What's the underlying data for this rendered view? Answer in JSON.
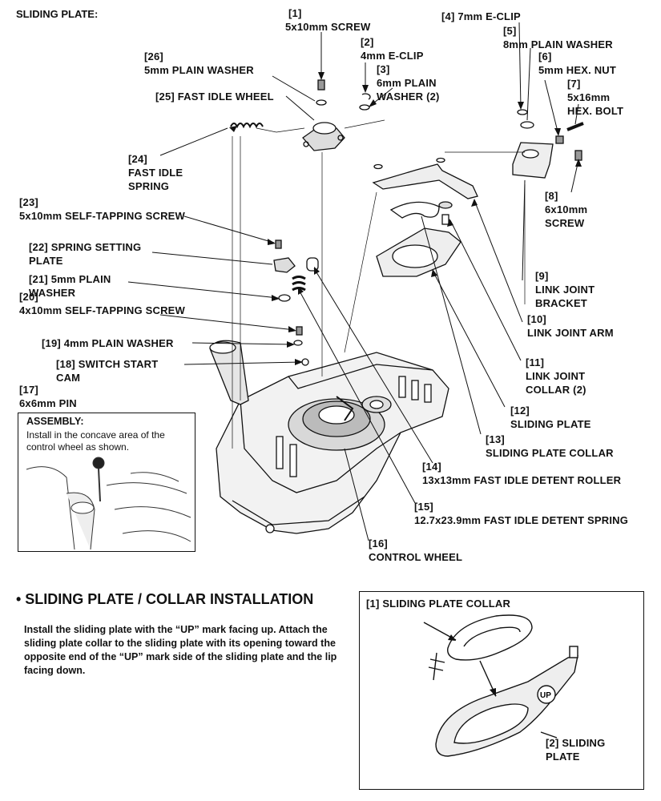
{
  "page_title": "SLIDING PLATE:",
  "parts": [
    {
      "num": "[1]",
      "name": "5x10mm SCREW"
    },
    {
      "num": "[2]",
      "name": "4mm E-CLIP"
    },
    {
      "num": "[3]",
      "name": "6mm PLAIN WASHER (2)"
    },
    {
      "num": "[4]",
      "name": "7mm E-CLIP"
    },
    {
      "num": "[5]",
      "name": "8mm PLAIN WASHER"
    },
    {
      "num": "[6]",
      "name": "5mm HEX. NUT"
    },
    {
      "num": "[7]",
      "name": "5x16mm HEX. BOLT"
    },
    {
      "num": "[8]",
      "name": "6x10mm SCREW"
    },
    {
      "num": "[9]",
      "name": "LINK JOINT BRACKET"
    },
    {
      "num": "[10]",
      "name": "LINK JOINT ARM"
    },
    {
      "num": "[11]",
      "name": "LINK JOINT COLLAR (2)"
    },
    {
      "num": "[12]",
      "name": "SLIDING PLATE"
    },
    {
      "num": "[13]",
      "name": "SLIDING PLATE COLLAR"
    },
    {
      "num": "[14]",
      "name": "13x13mm FAST IDLE DETENT ROLLER"
    },
    {
      "num": "[15]",
      "name": "12.7x23.9mm FAST IDLE DETENT SPRING"
    },
    {
      "num": "[16]",
      "name": "CONTROL WHEEL"
    },
    {
      "num": "[17]",
      "name": "6x6mm PIN"
    },
    {
      "num": "[18]",
      "name": "SWITCH START CAM"
    },
    {
      "num": "[19]",
      "name": "4mm PLAIN WASHER"
    },
    {
      "num": "[20]",
      "name": "4x10mm SELF-TAPPING SCREW"
    },
    {
      "num": "[21]",
      "name": "5mm PLAIN WASHER"
    },
    {
      "num": "[22]",
      "name": "SPRING SETTING PLATE"
    },
    {
      "num": "[23]",
      "name": "5x10mm SELF-TAPPING SCREW"
    },
    {
      "num": "[24]",
      "name": "FAST IDLE SPRING"
    },
    {
      "num": "[25]",
      "name": "FAST IDLE WHEEL"
    },
    {
      "num": "[26]",
      "name": "5mm PLAIN WASHER"
    }
  ],
  "assembly": {
    "title": "ASSEMBLY:",
    "text": "Install in the concave area of the control wheel as shown."
  },
  "section": {
    "title": "• SLIDING PLATE / COLLAR INSTALLATION",
    "instructions": "Install the sliding plate with the “UP” mark facing up. Attach the sliding plate collar to the sliding plate with its opening toward the opposite end of the “UP” mark side of the sliding plate and the lip facing down."
  },
  "inset": {
    "collar_num": "[1]",
    "collar_name": "SLIDING PLATE COLLAR",
    "plate_num": "[2]",
    "plate_name": "SLIDING PLATE",
    "up_mark": "UP"
  }
}
